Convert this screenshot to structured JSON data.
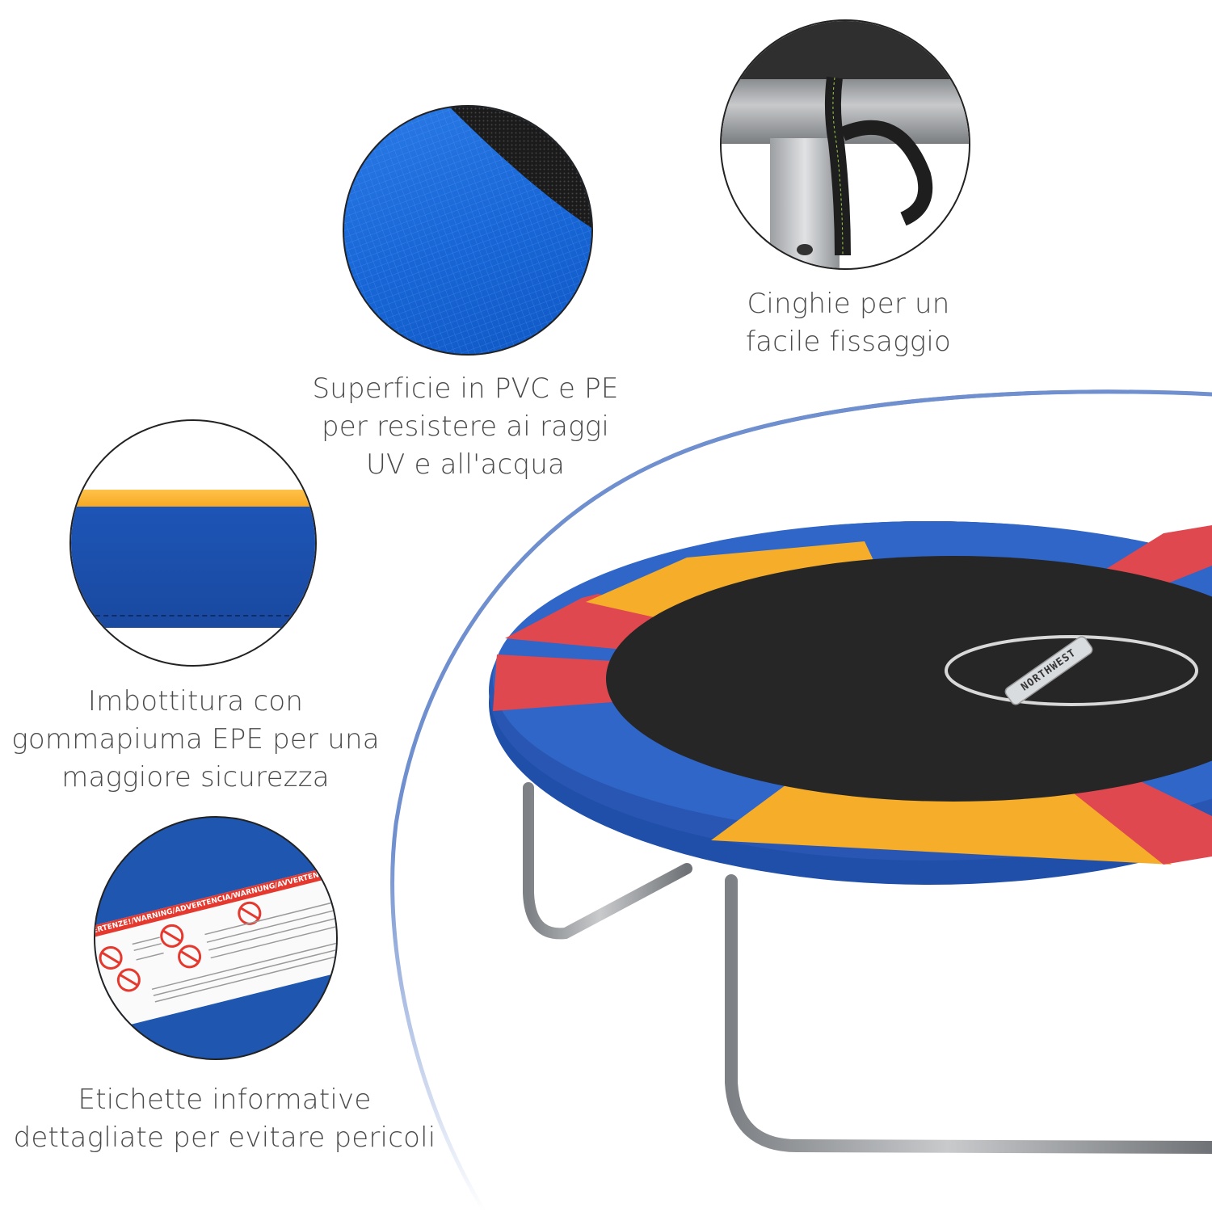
{
  "brand": {
    "logo_text": "NORTHWEST"
  },
  "features": [
    {
      "id": "pvc-surface",
      "icon": "pvc-fabric-closeup",
      "lines": [
        "Superficie in PVC e PE",
        "per resistere ai raggi",
        "UV e all'acqua"
      ]
    },
    {
      "id": "straps",
      "icon": "strap-fastening-closeup",
      "lines": [
        "Cinghie per un",
        "facile fissaggio"
      ]
    },
    {
      "id": "epe-padding",
      "icon": "padding-edge-closeup",
      "lines": [
        "Imbottitura con",
        "gommapiuma EPE per una",
        "maggiore sicurezza"
      ]
    },
    {
      "id": "warning-labels",
      "icon": "warning-label-closeup",
      "lines": [
        "Etichette informative",
        "dettagliate per evitare pericoli"
      ],
      "label_banner": "AVVERTENZE!/WARNING/ADVERTENCIA/WARNUNG/AVVERTENZE"
    }
  ],
  "colors": {
    "text": "#4a4a4a",
    "arc": "#6f8fcf",
    "pad_blue": "#1f4fa8",
    "pad_blue_light": "#2f66c8",
    "pad_yellow": "#f6ad2a",
    "pad_red": "#e0484f",
    "mat": "#262626",
    "steel": "#a9acaf",
    "circle_border": "#222222"
  }
}
